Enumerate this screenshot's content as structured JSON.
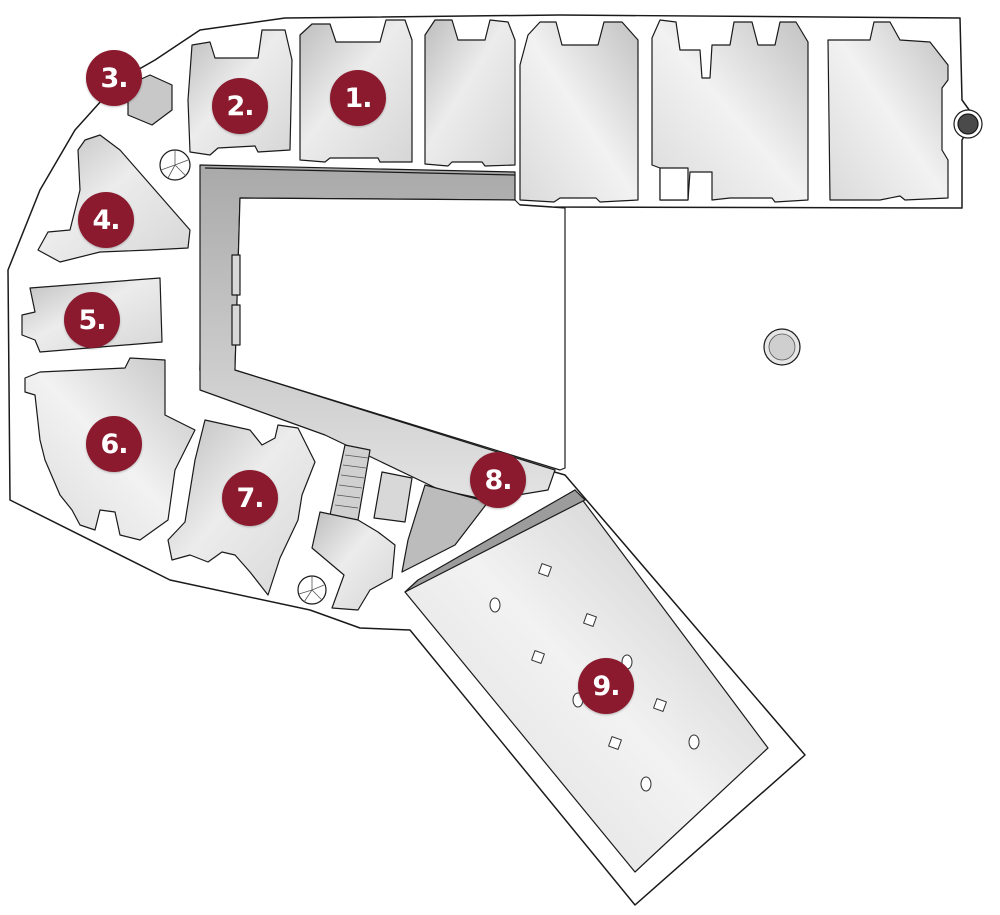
{
  "colors": {
    "marker": "#8b1a2e",
    "wall_top": "#ffffff",
    "wall_outline": "#1a1a1a",
    "floor_light": "#f2f2f2",
    "floor_dark": "#c6c6c6"
  },
  "markers": [
    {
      "label": "1.",
      "room": "room-1"
    },
    {
      "label": "2.",
      "room": "room-2"
    },
    {
      "label": "3.",
      "room": "room-3"
    },
    {
      "label": "4.",
      "room": "room-4"
    },
    {
      "label": "5.",
      "room": "room-5"
    },
    {
      "label": "6.",
      "room": "room-6"
    },
    {
      "label": "7.",
      "room": "room-7"
    },
    {
      "label": "8.",
      "room": "room-8"
    },
    {
      "label": "9.",
      "room": "room-9"
    }
  ]
}
